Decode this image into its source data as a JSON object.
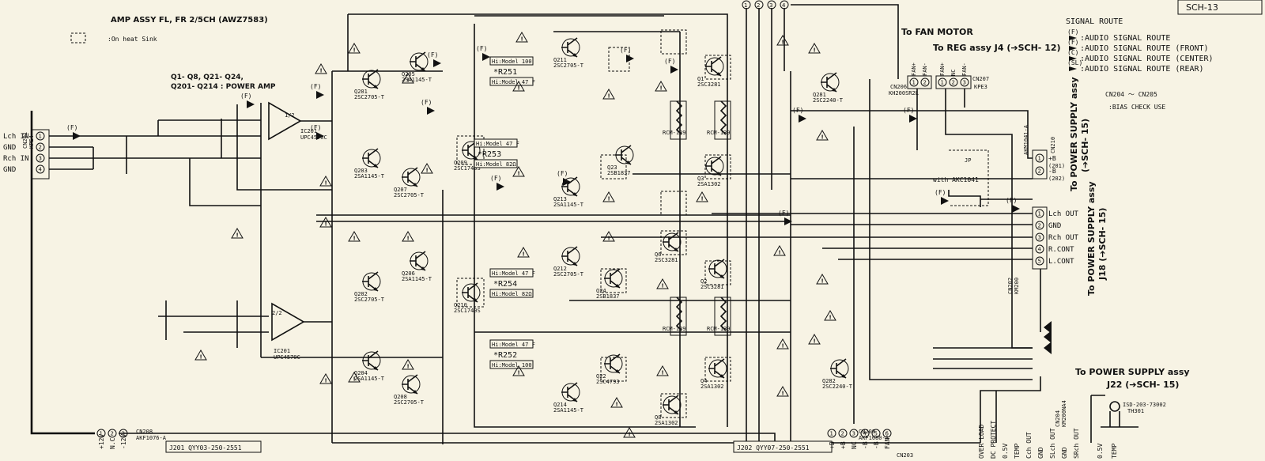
{
  "sheet": {
    "ref": "SCH-13",
    "title": "AMP ASSY FL, FR 2/5CH (AWZ7583)",
    "heatsink_legend": ":On heat Sink",
    "power_amp_note_1": "Q1- Q8, Q21- Q24,",
    "power_amp_note_2": "Q201- Q214 : POWER AMP"
  },
  "signal_route": {
    "heading": "SIGNAL ROUTE",
    "items": [
      {
        "tag": "(F)",
        "label": ":AUDIO SIGNAL ROUTE"
      },
      {
        "tag": "(F)",
        "label": ":AUDIO SIGNAL ROUTE (FRONT)"
      },
      {
        "tag": "(C)",
        "label": ":AUDIO SIGNAL ROUTE (CENTER)"
      },
      {
        "tag": "(SL)",
        "label": ":AUDIO SIGNAL ROUTE (REAR)"
      }
    ]
  },
  "bias": {
    "range": "CN204 ～ CN205",
    "note": ":BIAS CHECK USE"
  },
  "destinations": {
    "fan": "To FAN MOTOR",
    "reg": "To REG assy J4 (➔SCH- 12)",
    "ps1_a": "To POWER SUPPLY assy",
    "ps1_b": "(➔SCH- 15)",
    "ps2_a": "To POWER SUPPLY assy",
    "ps2_b": "J18 (➔SCH- 15)",
    "ps3_a": "To POWER SUPPLY assy",
    "ps3_b": "J22 (➔SCH- 15)"
  },
  "input_connector": {
    "ref": "CN201",
    "part": "KPE4",
    "pins": [
      "Lch IN",
      "GND",
      "Rch IN",
      "GND"
    ]
  },
  "output_connector": {
    "ref": "CN202",
    "part": "KM200",
    "pins": [
      "Lch OUT",
      "GND",
      "Rch OUT",
      "R.CONT",
      "L.CONT"
    ]
  },
  "supply_connector": {
    "ref": "CN210",
    "part": "AKM1041-A",
    "pins": [
      "+B",
      "-B"
    ],
    "codes": [
      "(201)",
      "(202)"
    ]
  },
  "fan_connector": {
    "ref": "CN206",
    "part": "KH200SR2L",
    "pins": [
      "FAN+",
      "FAN-"
    ]
  },
  "reg_connector": {
    "ref": "CN207",
    "part": "KPE3",
    "pins": [
      "FAN+",
      "NC",
      "FAN-"
    ]
  },
  "bottom_connectors": {
    "j201": "J201 QYY03-250-2551",
    "j202": "J202 QYY07-250-2551",
    "cn208": "CN208",
    "cn208_part": "AKF1076-A",
    "cn209": "CN209",
    "cn209_part": "AKF1080-A",
    "cn204": "CN204",
    "cn204_part": "KM200NA4",
    "cn203": "CN203",
    "j201_pins": [
      "+12V",
      "N.C",
      "-12V"
    ],
    "j202_pins": [
      "+B",
      "+B",
      "NC",
      "-B",
      "-B",
      "FAN"
    ],
    "status_pins": [
      "OVER LOAD",
      "DC PROTECT",
      "0.5V",
      "TEMP",
      "Cch OUT",
      "GND",
      "SLch OUT",
      "GND",
      "SRch OUT"
    ],
    "temp_pins": [
      "0.5V",
      "TEMP"
    ],
    "thermistor": "ISD-203-73002",
    "thermistor_ref": "TH301"
  },
  "ics": [
    {
      "ref": "IC201",
      "part": "UPC4570C",
      "unit": "1/2"
    },
    {
      "ref": "IC201",
      "part": "UPC4570C",
      "unit": "2/2"
    }
  ],
  "transistors": [
    {
      "ref": "Q201",
      "part": "2SC2705-T"
    },
    {
      "ref": "Q203",
      "part": "2SA1145-T"
    },
    {
      "ref": "Q205",
      "part": "2SA1145-T"
    },
    {
      "ref": "Q207",
      "part": "2SC2705-T"
    },
    {
      "ref": "Q209",
      "part": "2SC1740S"
    },
    {
      "ref": "Q211",
      "part": "2SC2705-T"
    },
    {
      "ref": "Q213",
      "part": "2SA1145-T"
    },
    {
      "ref": "Q23",
      "part": "2SB1837"
    },
    {
      "ref": "Q1",
      "part": "2SC3281"
    },
    {
      "ref": "Q3",
      "part": "2SA1302"
    },
    {
      "ref": "Q202",
      "part": "2SC2705-T"
    },
    {
      "ref": "Q204",
      "part": "2SA1145-T"
    },
    {
      "ref": "Q206",
      "part": "2SA1145-T"
    },
    {
      "ref": "Q208",
      "part": "2SC2705-T"
    },
    {
      "ref": "Q210",
      "part": "2SC1740S"
    },
    {
      "ref": "Q212",
      "part": "2SC2705-T"
    },
    {
      "ref": "Q214",
      "part": "2SA1145-T"
    },
    {
      "ref": "Q24",
      "part": "2SB1837"
    },
    {
      "ref": "Q22",
      "part": "2SC4793"
    },
    {
      "ref": "Q2",
      "part": "2SC3281"
    },
    {
      "ref": "Q4",
      "part": "2SA1302"
    },
    {
      "ref": "Q6",
      "part": "2SC3281"
    },
    {
      "ref": "Q8",
      "part": "2SA1302"
    },
    {
      "ref": "Q281",
      "part": "2SC2240-T"
    },
    {
      "ref": "Q282",
      "part": "2SC2240-T"
    }
  ],
  "callouts": [
    {
      "ref": "*R251",
      "grade": "Hi:Model 100",
      "alt": "Hi:Model 47 F"
    },
    {
      "ref": "*R253",
      "grade": "Hi:Model 47 F",
      "alt": "Hi:Model 82Ω"
    },
    {
      "ref": "*R254",
      "grade": "Hi:Model 47 F",
      "alt": "Hi:Model 82Ω"
    },
    {
      "ref": "*R252",
      "grade": "Hi:Model 47 F",
      "alt": "Hi:Model 100"
    }
  ],
  "jumper_note": "with AKC1041",
  "route_tag": "(F)"
}
